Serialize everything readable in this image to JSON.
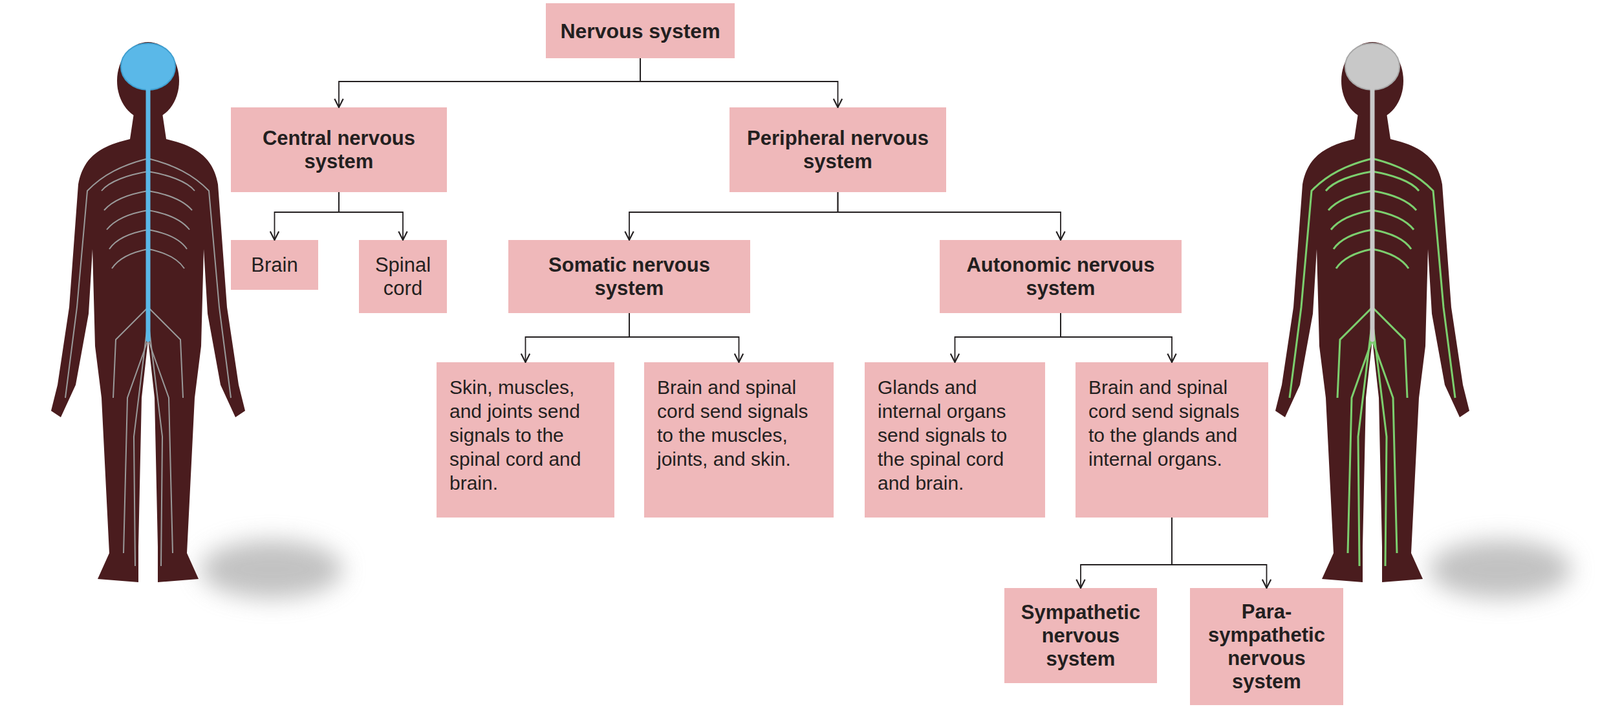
{
  "diagram": {
    "nodes": [
      {
        "text": [
          "Nervous system"
        ]
      },
      {
        "text": [
          "Central nervous system"
        ]
      },
      {
        "text": [
          "Peripheral nervous system"
        ]
      },
      {
        "text": [
          "Brain"
        ]
      },
      {
        "text": [
          "Spinal cord"
        ]
      },
      {
        "text": [
          "Somatic nervous system"
        ]
      },
      {
        "text": [
          "Autonomic nervous system"
        ]
      },
      {
        "text": [
          "Skin, muscles, and joints send signals to the spinal cord and brain."
        ]
      },
      {
        "text": [
          "Brain and spinal cord send signals to the muscles, joints, and skin."
        ]
      },
      {
        "text": [
          "Glands and internal organs send signals to the spinal cord and brain."
        ]
      },
      {
        "text": [
          "Brain and spinal cord send signals to the glands and internal organs."
        ]
      },
      {
        "text": [
          "Sympathetic nervous system"
        ]
      },
      {
        "text": [
          "Para- sympathetic nervous system"
        ]
      }
    ],
    "edges": [
      {
        "from": 0,
        "to": 1,
        "arrow": "to"
      },
      {
        "from": 0,
        "to": 2,
        "arrow": "to"
      },
      {
        "from": 1,
        "to": 3,
        "arrow": "to"
      },
      {
        "from": 1,
        "to": 4,
        "arrow": "to"
      },
      {
        "from": 2,
        "to": 5,
        "arrow": "to"
      },
      {
        "from": 2,
        "to": 6,
        "arrow": "to"
      },
      {
        "from": 5,
        "to": 7,
        "arrow": "to"
      },
      {
        "from": 5,
        "to": 8,
        "arrow": "to"
      },
      {
        "from": 6,
        "to": 9,
        "arrow": "to"
      },
      {
        "from": 6,
        "to": 10,
        "arrow": "to"
      },
      {
        "from": 10,
        "to": 11,
        "arrow": "to"
      },
      {
        "from": 10,
        "to": 12,
        "arrow": "to"
      }
    ]
  }
}
